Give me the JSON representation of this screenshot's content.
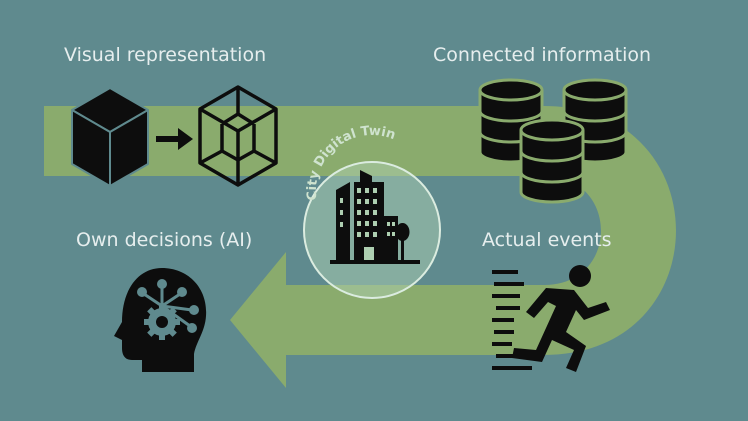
{
  "colors": {
    "background": "#5f8a8e",
    "flow_band": "#8aab6d",
    "icon": "#0d0d0d",
    "label_text": "#e6eeee",
    "hub_label": "#cfe3cf"
  },
  "labels": {
    "visual": "Visual representation",
    "connected": "Connected information",
    "decisions": "Own decisions (AI)",
    "events": "Actual events"
  },
  "hub": {
    "title": "City Digital Twin"
  },
  "icons": [
    "solid-cube-icon",
    "arrow-right-icon",
    "wireframe-cube-icon",
    "database-icon",
    "running-person-icon",
    "ai-head-icon",
    "city-buildings-icon"
  ]
}
